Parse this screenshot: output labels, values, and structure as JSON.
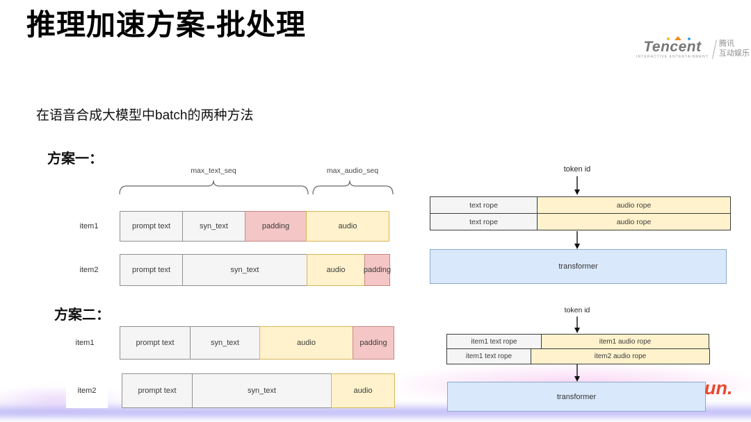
{
  "header": {
    "title": "推理加速方案-批处理"
  },
  "logo": {
    "brand": "Tencent",
    "tagline": "INTERACTIVE ENTERTAINMENT",
    "cn_line1": "腾讯",
    "cn_line2": "互动娱乐"
  },
  "intro": "在语音合成大模型中batch的两种方法",
  "colors": {
    "gray_fill": "#f5f5f5",
    "yellow_fill": "#fff2cc",
    "pink_fill": "#f4c7c6",
    "blue_fill": "#dae8fc",
    "watermark_red": "#e8482c",
    "bottom_band_purple": "#8076ec"
  },
  "scheme1": {
    "label": "方案一：",
    "brace_labels": {
      "text": "max_text_seq",
      "audio": "max_audio_seq"
    },
    "rows": [
      {
        "label": "item1",
        "segments": [
          "prompt text",
          "syn_text",
          "padding",
          "audio"
        ]
      },
      {
        "label": "item2",
        "segments": [
          "prompt text",
          "syn_text",
          "audio",
          "padding"
        ]
      }
    ],
    "rope": {
      "token_label": "token id",
      "rows": [
        {
          "left": "text rope",
          "right": "audio rope"
        },
        {
          "left": "text rope",
          "right": "audio rope"
        }
      ],
      "transformer": "transformer"
    }
  },
  "scheme2": {
    "label": "方案二：",
    "rows": [
      {
        "label": "item1",
        "segments": [
          "prompt text",
          "syn_text",
          "audio",
          "padding"
        ]
      },
      {
        "label": "item2",
        "segments": [
          "prompt text",
          "syn_text",
          "audio"
        ]
      }
    ],
    "rope": {
      "token_label": "token id",
      "rows": [
        {
          "left": "item1 text rope",
          "right": "item1 audio rope"
        },
        {
          "left": "item1 text rope",
          "right": "item2 audio rope"
        }
      ],
      "transformer": "transformer"
    }
  },
  "watermark": "un."
}
